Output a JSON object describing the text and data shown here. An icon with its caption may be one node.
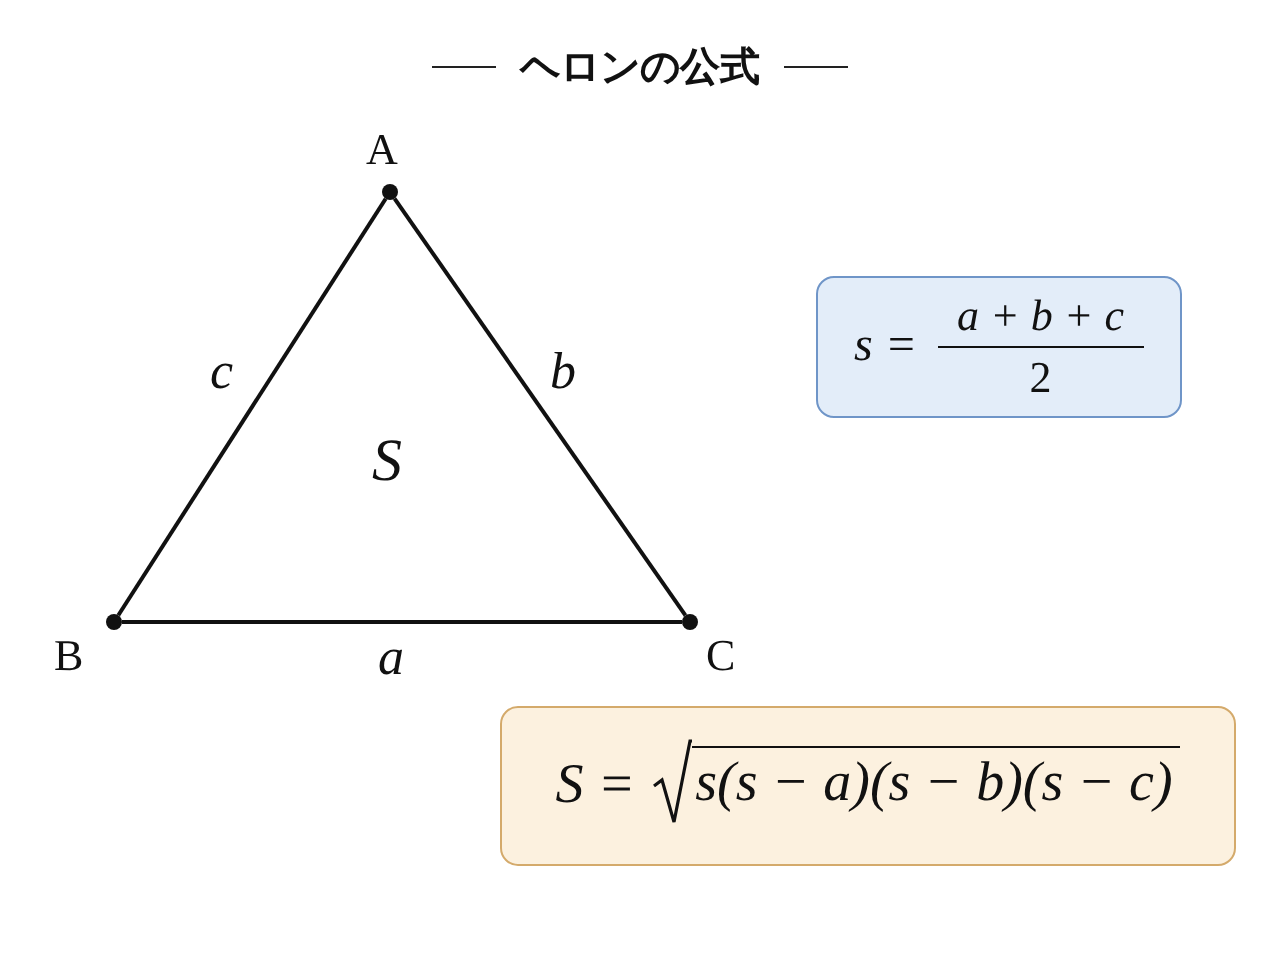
{
  "diagram": {
    "title": "ヘロンの公式",
    "nodes": [
      {
        "text": [],
        "shape": "circle",
        "beside": [
          "A"
        ]
      },
      {
        "text": [
          "s =",
          "a + b + c",
          "2"
        ]
      },
      {
        "text": [],
        "shape": "circle",
        "beside": [
          "B"
        ]
      },
      {
        "text": [],
        "shape": "circle",
        "beside": [
          "C"
        ]
      },
      {
        "text": [
          "S =",
          "s(s − a)(s − b)(s − c)"
        ]
      }
    ],
    "edges": [
      {
        "from": 0,
        "to": 2,
        "arrow": "none",
        "label": "c"
      },
      {
        "from": 0,
        "to": 3,
        "arrow": "none",
        "label": "b"
      },
      {
        "from": 2,
        "to": 3,
        "arrow": "none",
        "label": "a"
      }
    ],
    "labels": [
      "S"
    ]
  }
}
